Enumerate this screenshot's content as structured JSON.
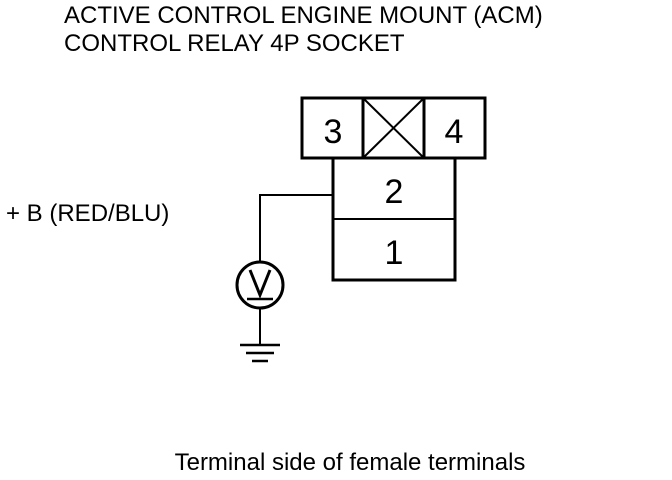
{
  "title": {
    "line1": "ACTIVE CONTROL ENGINE MOUNT (ACM)",
    "line2": "CONTROL RELAY 4P SOCKET"
  },
  "connector": {
    "terminals": {
      "t1": "1",
      "t2": "2",
      "t3": "3",
      "t4": "4"
    }
  },
  "wire": {
    "label": "+ B (RED/BLU)"
  },
  "meter": {
    "symbol": "V"
  },
  "caption": "Terminal side of female terminals",
  "icons": {
    "empty_cavity": "crossed-box-icon",
    "voltmeter": "voltmeter-icon",
    "ground": "ground-icon"
  }
}
